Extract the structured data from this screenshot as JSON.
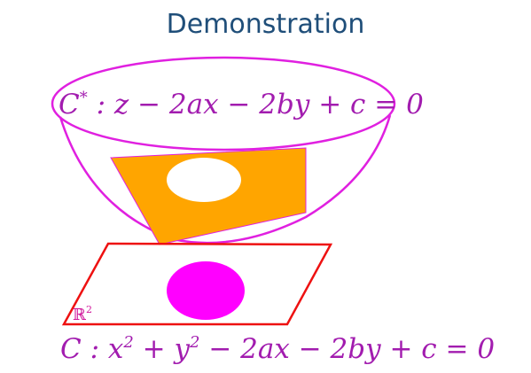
{
  "slide": {
    "title": "Demonstration"
  },
  "paraboloid_equation": {
    "lhs": "C",
    "star": "*",
    "rest": " : z − 2ax − 2by + c = 0"
  },
  "plane_label": {
    "symbol": "ℝ",
    "exponent": "2"
  },
  "circle_equation": {
    "lhs": "C : x",
    "sq1": "2",
    "mid": " + y",
    "sq2": "2",
    "rest": " − 2ax − 2by + c = 0"
  },
  "colors": {
    "title": "#1f4e79",
    "paraboloid": "#e020e0",
    "tangent_plane": "#ffa500",
    "plane_outline": "#ee1111",
    "disk": "#ff00ff",
    "equation_text": "#a21caf"
  }
}
